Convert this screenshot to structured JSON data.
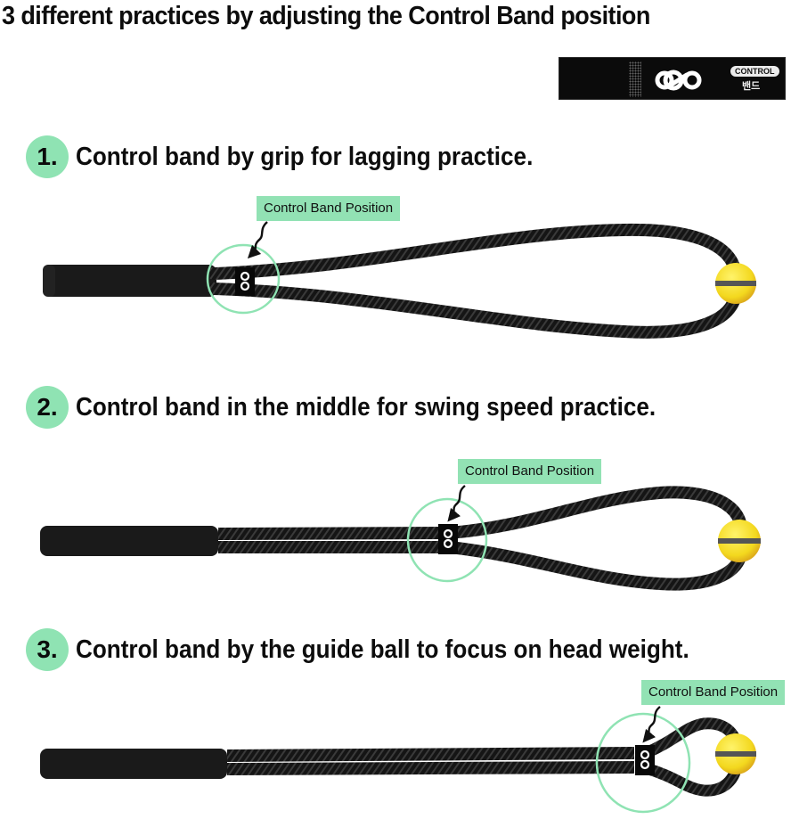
{
  "header": {
    "title": "3 different practices by adjusting the Control Band position"
  },
  "product_band": {
    "logo_icon": "infinity-loop-logo",
    "label_en": "CONTROL",
    "label_ko": "밴드",
    "color": "#0b0b0b"
  },
  "colors": {
    "accent_green": "#8fe3b3",
    "callout_green": "#92e2b4",
    "rope_black": "#141414",
    "ball_yellow": "#f7e326",
    "ball_orange": "#e8883a"
  },
  "steps": [
    {
      "number": "1.",
      "text": "Control band by grip for lagging practice.",
      "callout": "Control Band Position",
      "band_location": "grip"
    },
    {
      "number": "2.",
      "text": "Control band in the middle for swing speed practice.",
      "callout": "Control Band Position",
      "band_location": "middle"
    },
    {
      "number": "3.",
      "text": "Control band by the guide ball to focus on head weight.",
      "callout": "Control Band Position",
      "band_location": "guide-ball"
    }
  ]
}
